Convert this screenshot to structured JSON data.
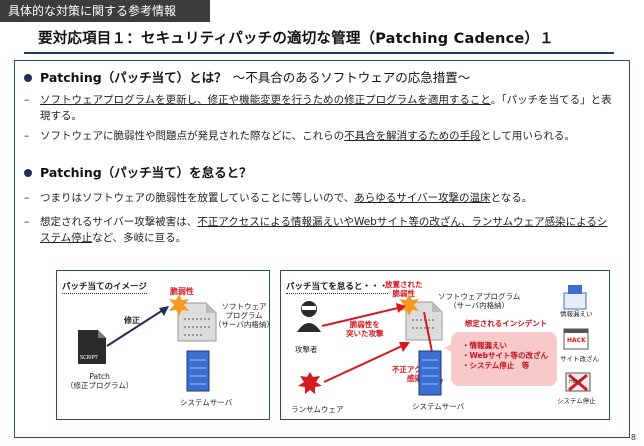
{
  "header_tag": "具体的な対策に関する参考情報",
  "page_title": "要対応項目１：セキュリティパッチの適切な管理（Patching Cadence）１",
  "section1": {
    "heading": "Patching（パッチ当て）とは？",
    "note": "〜不具合のあるソフトウェアの応急措置〜",
    "bullets": [
      {
        "dash": "–",
        "pre": "",
        "underline": "ソフトウェアプログラムを更新し、修正や機能変更を行うための修正プログラムを適用すること",
        "post": "。「パッチを当てる」と表現する。"
      },
      {
        "dash": "–",
        "pre": "ソフトウェアに脆弱性や問題点が発見された際などに、これらの",
        "underline": "不具合を解消するための手段",
        "post": "として用いられる。"
      }
    ]
  },
  "section2": {
    "heading": "Patching（パッチ当て）を怠ると？",
    "bullets": [
      {
        "dash": "–",
        "pre": "つまりはソフトウェアの脆弱性を放置していることに等しいので、",
        "underline": "あらゆるサイバー攻撃の温床",
        "post": "となる。"
      },
      {
        "dash": "–",
        "pre": "想定されるサイバー攻撃被害は、",
        "underline": "不正アクセスによる情報漏えいやWebサイト等の改ざん、ランサムウェア感染によるシステム停止",
        "post": "など、多岐に亘る。"
      }
    ]
  },
  "diagram_left": {
    "title": "パッチ当てのイメージ",
    "vuln": "脆弱性",
    "fix": "修正",
    "software": [
      "ソフトウェア",
      "プログラム",
      "（サーバ内格納）"
    ],
    "script_label": "SCRIPT",
    "patch": [
      "Patch",
      "（修正プログラム）"
    ],
    "server": "システムサーバ"
  },
  "diagram_right": {
    "title": "パッチ当てを怠ると・・・",
    "left_vuln": [
      "放置された",
      "脆弱性"
    ],
    "software": [
      "ソフトウェアプログラム",
      "（サーバ内格納）"
    ],
    "attack": [
      "脆弱性を",
      "突いた攻撃"
    ],
    "attacker": "攻撃者",
    "unauth": [
      "不正アクセス",
      "感染"
    ],
    "ransomware": "ランサムウェア",
    "server": "システムサーバ",
    "incident_head": "想定されるインシデント",
    "incidents": [
      "・情報漏えい",
      "・Webサイト等の改ざん",
      "・システム停止　等"
    ],
    "leak_label": "情報漏えい",
    "site_label": "サイト改ざん",
    "stop_label": "システム停止",
    "hack_text": "HACK",
    "help_text": "HELP"
  },
  "page_number": "8",
  "colors": {
    "accent": "#1f3a6b",
    "red": "#d71920",
    "server": "#3b6fd1",
    "incident_bg": "#f7c9c9"
  }
}
